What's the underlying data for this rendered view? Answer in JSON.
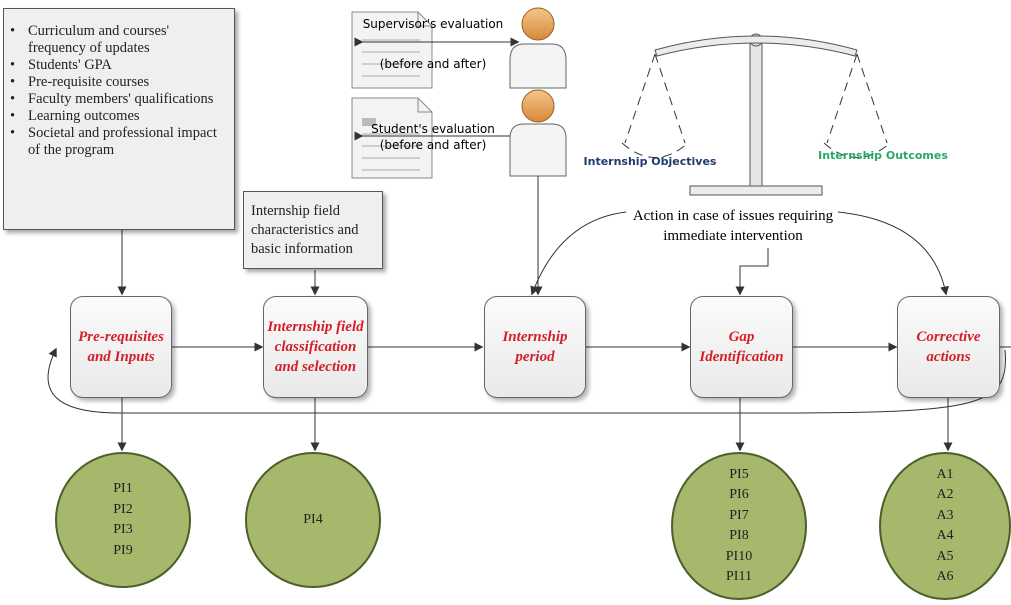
{
  "inputs_note": {
    "items": [
      "Curriculum and courses' frequency of updates",
      "Students' GPA",
      "Pre-requisite courses",
      "Faculty members' qualifications",
      "Learning outcomes",
      "Societal and professional impact of the program"
    ]
  },
  "field_note": {
    "text": "Internship field characteristics and basic information"
  },
  "evaluations": {
    "supervisor_line1": "Supervisor's evaluation",
    "supervisor_line2": "(before and after)",
    "student_line1": "Student's evaluation",
    "student_line2": "(before and after)"
  },
  "balance": {
    "left_label": "Internship Objectives",
    "right_label": "Internship Outcomes",
    "left_color": "#1f3a6e",
    "right_color": "#2aa86a"
  },
  "action_note": {
    "line1": "Action in case of issues requiring",
    "line2": "immediate intervention"
  },
  "steps": [
    {
      "label": "Pre-requisites and Inputs"
    },
    {
      "label": "Internship field classification and selection"
    },
    {
      "label": "Internship period"
    },
    {
      "label": "Gap Identification"
    },
    {
      "label": "Corrective actions"
    }
  ],
  "indicators": [
    {
      "items": [
        "PI1",
        "PI2",
        "PI3",
        "PI9"
      ]
    },
    {
      "items": [
        "PI4"
      ]
    },
    {
      "items": [
        "PI5",
        "PI6",
        "PI7",
        "PI8",
        "PI10",
        "PI11"
      ]
    },
    {
      "items": [
        "A1",
        "A2",
        "A3",
        "A4",
        "A5",
        "A6"
      ]
    }
  ],
  "colors": {
    "step_text": "#d41f2a",
    "circle_fill": "#a6b86c",
    "circle_border": "#4d5f28"
  }
}
